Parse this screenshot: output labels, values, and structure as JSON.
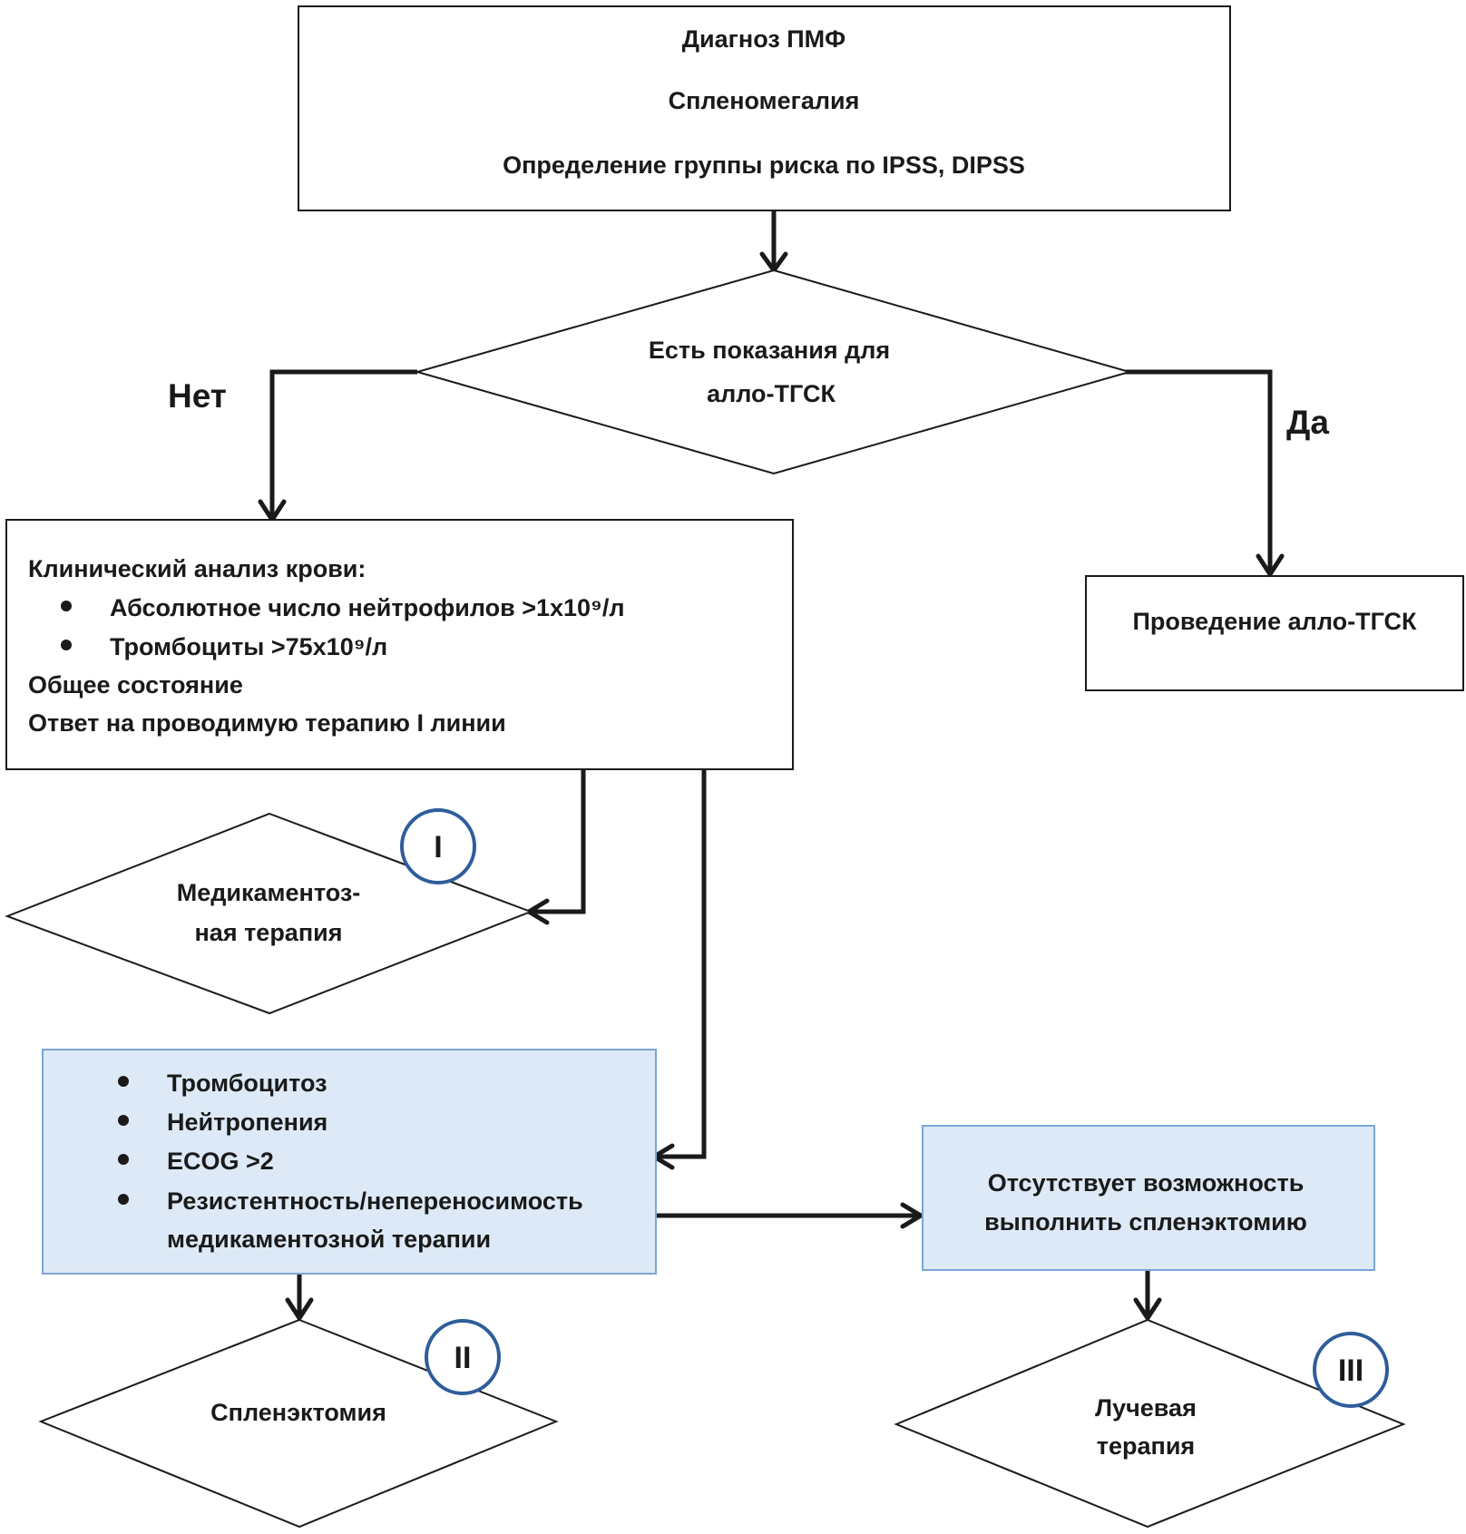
{
  "colors": {
    "stroke": "#1a1a1a",
    "highlight_fill": "#dde9f6",
    "highlight_stroke": "#7ba6d6",
    "circle_stroke": "#2f5d9b"
  },
  "boxes": {
    "diagnosis": {
      "line1": "Диагноз ПМФ",
      "line2": "Спленомегалия",
      "line3": "Определение группы риска по IPSS, DIPSS"
    },
    "blood": {
      "title": "Клинический анализ крови:",
      "bullet1": "Абсолютное число нейтрофилов >1x10⁹/л",
      "bullet2": "Тромбоциты >75x10⁹/л",
      "line3": "Общее состояние",
      "line4": "Ответ на проводимую терапию I линии"
    },
    "transplant": {
      "label": "Проведение алло-ТГСК"
    },
    "criteria": {
      "bullet1": "Тромбоцитоз",
      "bullet2": "Нейтропения",
      "bullet3": "ECOG >2",
      "bullet4_line1": "Резистентность/непереносимость",
      "bullet4_line2": "медикаментозной терапии"
    },
    "no_splenectomy": {
      "line1": "Отсутствует возможность",
      "line2": "выполнить спленэктомию"
    }
  },
  "decisions": {
    "allo": {
      "line1": "Есть показания для",
      "line2": "алло-ТГСК"
    },
    "drug": {
      "line1": "Медикаментоз-",
      "line2": "ная терапия"
    },
    "splenectomy": {
      "label": "Спленэктомия"
    },
    "radiation": {
      "line1": "Лучевая",
      "line2": "терапия"
    }
  },
  "branch_labels": {
    "no": "Нет",
    "yes": "Да"
  },
  "step_numbers": {
    "one": "I",
    "two": "II",
    "three": "III"
  }
}
